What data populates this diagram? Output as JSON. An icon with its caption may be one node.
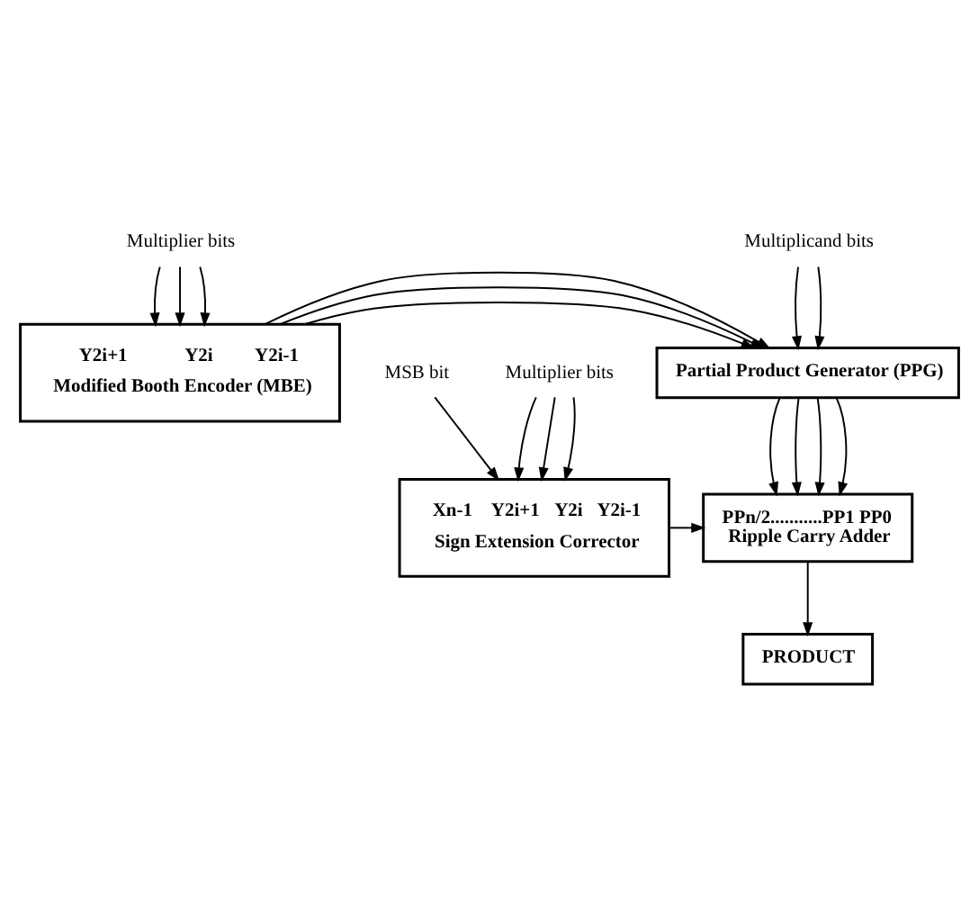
{
  "diagram": {
    "nodes": [
      {
        "text": [
          "Multiplier bits"
        ]
      },
      {
        "text": [
          "Y2i+1",
          "Y2i",
          "Y2i-1",
          "Modified Booth Encoder (MBE)"
        ]
      },
      {
        "text": [
          "Multiplicand bits"
        ]
      },
      {
        "text": [
          "Partial Product Generator (PPG)"
        ]
      },
      {
        "text": [
          "MSB bit"
        ]
      },
      {
        "text": [
          "Multiplier bits"
        ]
      },
      {
        "text": [
          "Xn-1",
          "Y2i+1",
          "Y2i",
          "Y2i-1",
          "Sign Extension Corrector"
        ]
      },
      {
        "text": [
          "PPn/2...........PP1 PP0",
          "Ripple Carry Adder"
        ]
      },
      {
        "text": [
          "PRODUCT"
        ]
      }
    ],
    "edges": [
      {
        "from": 0,
        "to": 1,
        "arrow": "to"
      },
      {
        "from": 0,
        "to": 1,
        "arrow": "to"
      },
      {
        "from": 0,
        "to": 1,
        "arrow": "to"
      },
      {
        "from": 2,
        "to": 3,
        "arrow": "to"
      },
      {
        "from": 2,
        "to": 3,
        "arrow": "to"
      },
      {
        "from": 1,
        "to": 3,
        "arrow": "to"
      },
      {
        "from": 1,
        "to": 3,
        "arrow": "to"
      },
      {
        "from": 1,
        "to": 3,
        "arrow": "to"
      },
      {
        "from": 4,
        "to": 6,
        "arrow": "to"
      },
      {
        "from": 5,
        "to": 6,
        "arrow": "to"
      },
      {
        "from": 5,
        "to": 6,
        "arrow": "to"
      },
      {
        "from": 5,
        "to": 6,
        "arrow": "to"
      },
      {
        "from": 3,
        "to": 7,
        "arrow": "to"
      },
      {
        "from": 3,
        "to": 7,
        "arrow": "to"
      },
      {
        "from": 3,
        "to": 7,
        "arrow": "to"
      },
      {
        "from": 3,
        "to": 7,
        "arrow": "to"
      },
      {
        "from": 6,
        "to": 7,
        "arrow": "to"
      },
      {
        "from": 7,
        "to": 8,
        "arrow": "to"
      }
    ]
  }
}
